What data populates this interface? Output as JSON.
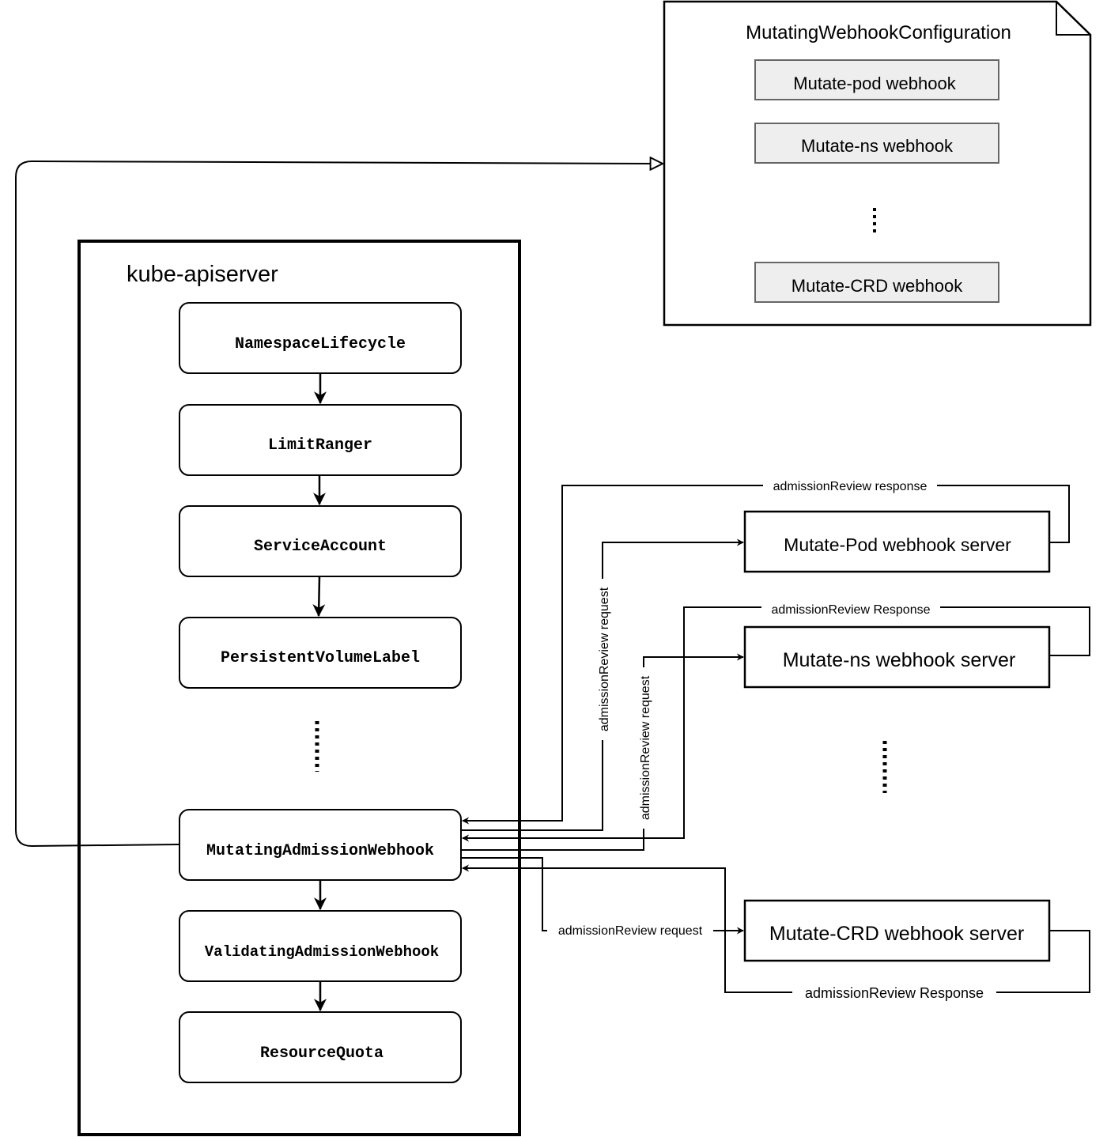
{
  "apiserver": {
    "title": "kube-apiserver",
    "plugins": [
      "NamespaceLifecycle",
      "LimitRanger",
      "ServiceAccount",
      "PersistentVolumeLabel",
      "MutatingAdmissionWebhook",
      "ValidatingAdmissionWebhook",
      "ResourceQuota"
    ]
  },
  "config": {
    "title": "MutatingWebhookConfiguration",
    "webhooks": [
      "Mutate-pod webhook",
      "Mutate-ns webhook",
      "Mutate-CRD webhook"
    ]
  },
  "servers": [
    "Mutate-Pod webhook server",
    "Mutate-ns webhook server",
    "Mutate-CRD webhook server"
  ],
  "edge_labels": {
    "pod_response": "admissionReview response",
    "pod_request": "admissionReview request",
    "ns_response": "admissionReview Response",
    "ns_request": "admissionReview request",
    "crd_request": "admissionReview request",
    "crd_response": "admissionReview Response"
  },
  "colors": {
    "line": "#000000",
    "webhook_fill": "#eeeeee",
    "webhook_stroke": "#666666"
  }
}
